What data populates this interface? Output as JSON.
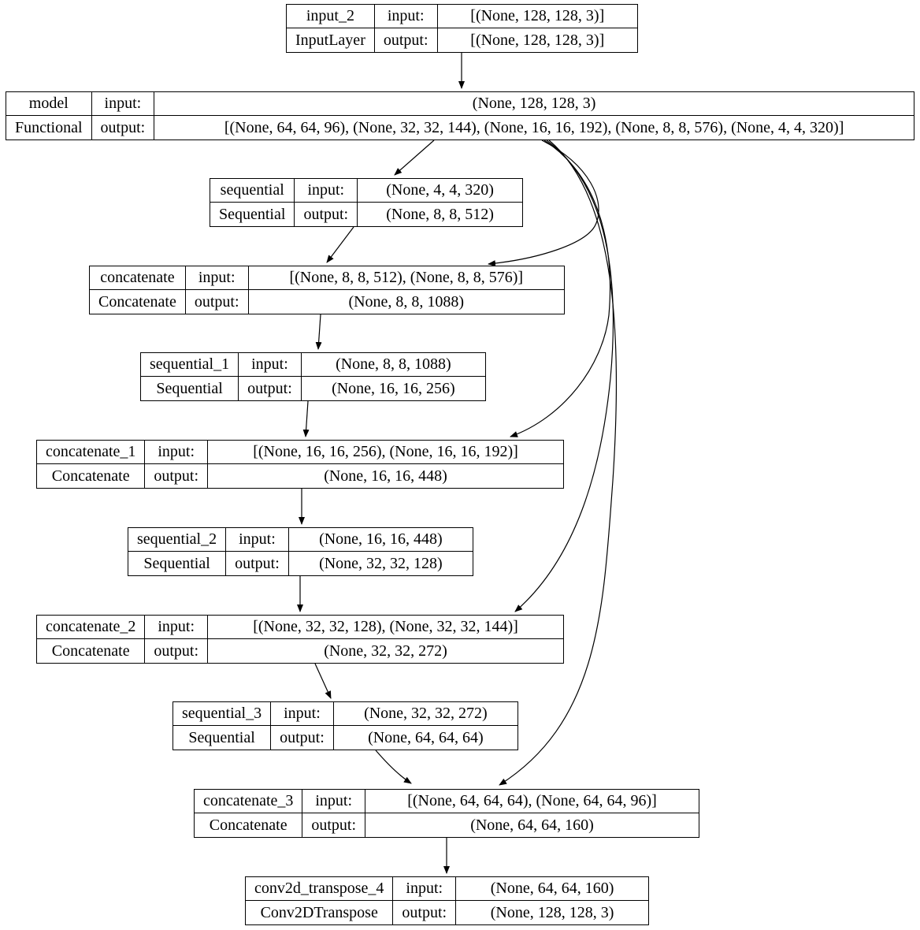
{
  "diagram": {
    "type": "keras-model-plot",
    "row_labels": {
      "input": "input:",
      "output": "output:"
    },
    "nodes": [
      {
        "name": "input_2",
        "class_name": "InputLayer",
        "input": "[(None, 128, 128, 3)]",
        "output": "[(None, 128, 128, 3)]"
      },
      {
        "name": "model",
        "class_name": "Functional",
        "input": "(None, 128, 128, 3)",
        "output": "[(None, 64, 64, 96), (None, 32, 32, 144), (None, 16, 16, 192), (None, 8, 8, 576), (None, 4, 4, 320)]"
      },
      {
        "name": "sequential",
        "class_name": "Sequential",
        "input": "(None, 4, 4, 320)",
        "output": "(None, 8, 8, 512)"
      },
      {
        "name": "concatenate",
        "class_name": "Concatenate",
        "input": "[(None, 8, 8, 512), (None, 8, 8, 576)]",
        "output": "(None, 8, 8, 1088)"
      },
      {
        "name": "sequential_1",
        "class_name": "Sequential",
        "input": "(None, 8, 8, 1088)",
        "output": "(None, 16, 16, 256)"
      },
      {
        "name": "concatenate_1",
        "class_name": "Concatenate",
        "input": "[(None, 16, 16, 256), (None, 16, 16, 192)]",
        "output": "(None, 16, 16, 448)"
      },
      {
        "name": "sequential_2",
        "class_name": "Sequential",
        "input": "(None, 16, 16, 448)",
        "output": "(None, 32, 32, 128)"
      },
      {
        "name": "concatenate_2",
        "class_name": "Concatenate",
        "input": "[(None, 32, 32, 128), (None, 32, 32, 144)]",
        "output": "(None, 32, 32, 272)"
      },
      {
        "name": "sequential_3",
        "class_name": "Sequential",
        "input": "(None, 32, 32, 272)",
        "output": "(None, 64, 64, 64)"
      },
      {
        "name": "concatenate_3",
        "class_name": "Concatenate",
        "input": "[(None, 64, 64, 64), (None, 64, 64, 96)]",
        "output": "(None, 64, 64, 160)"
      },
      {
        "name": "conv2d_transpose_4",
        "class_name": "Conv2DTranspose",
        "input": "(None, 64, 64, 160)",
        "output": "(None, 128, 128, 3)"
      }
    ],
    "edges": [
      {
        "from": "input_2",
        "to": "model"
      },
      {
        "from": "model",
        "to": "sequential"
      },
      {
        "from": "model",
        "to": "concatenate"
      },
      {
        "from": "model",
        "to": "concatenate_1"
      },
      {
        "from": "model",
        "to": "concatenate_2"
      },
      {
        "from": "model",
        "to": "concatenate_3"
      },
      {
        "from": "sequential",
        "to": "concatenate"
      },
      {
        "from": "concatenate",
        "to": "sequential_1"
      },
      {
        "from": "sequential_1",
        "to": "concatenate_1"
      },
      {
        "from": "concatenate_1",
        "to": "sequential_2"
      },
      {
        "from": "sequential_2",
        "to": "concatenate_2"
      },
      {
        "from": "concatenate_2",
        "to": "sequential_3"
      },
      {
        "from": "sequential_3",
        "to": "concatenate_3"
      },
      {
        "from": "concatenate_3",
        "to": "conv2d_transpose_4"
      }
    ]
  }
}
